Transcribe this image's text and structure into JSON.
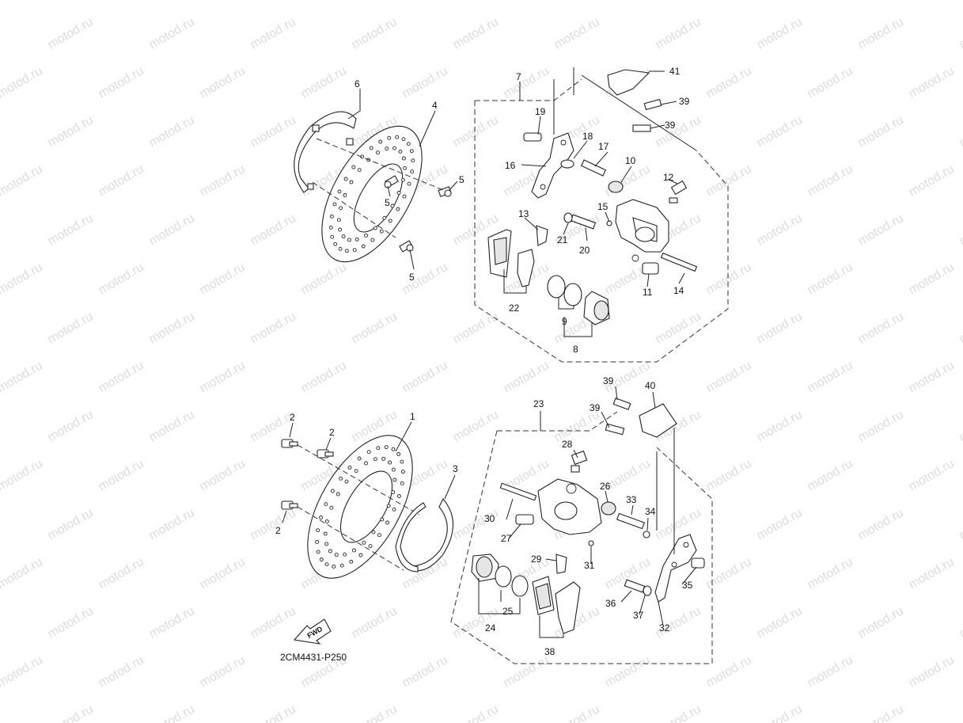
{
  "watermark": "motod.ru",
  "diagram_code": "2CM4431-P250",
  "fwd_label": "FWD",
  "callouts": {
    "c1": "1",
    "c2a": "2",
    "c2b": "2",
    "c2c": "2",
    "c3": "3",
    "c4": "4",
    "c5a": "5",
    "c5b": "5",
    "c5c": "5",
    "c6": "6",
    "c7": "7",
    "c8": "8",
    "c9": "9",
    "c10": "10",
    "c11": "11",
    "c12": "12",
    "c13": "13",
    "c14": "14",
    "c15": "15",
    "c16": "16",
    "c17": "17",
    "c18": "18",
    "c19": "19",
    "c20": "20",
    "c21": "21",
    "c22": "22",
    "c23": "23",
    "c24": "24",
    "c25": "25",
    "c26": "26",
    "c27": "27",
    "c28": "28",
    "c29": "29",
    "c30": "30",
    "c31": "31",
    "c32": "32",
    "c33": "33",
    "c34": "34",
    "c35": "35",
    "c36": "36",
    "c37": "37",
    "c38": "38",
    "c39a": "39",
    "c39b": "39",
    "c39c": "39",
    "c39d": "39",
    "c40": "40",
    "c41": "41"
  }
}
